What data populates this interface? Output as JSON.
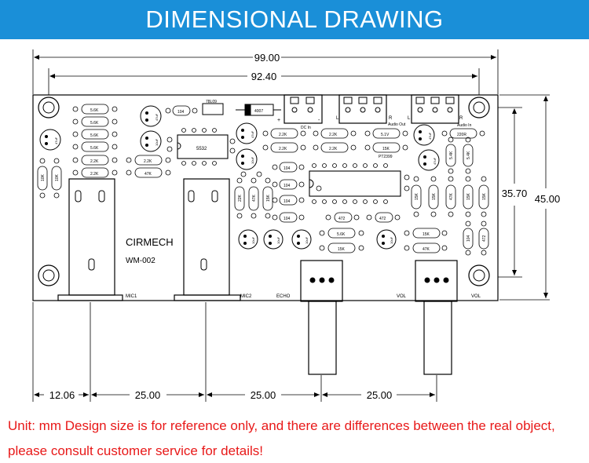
{
  "header": {
    "title": "DIMENSIONAL DRAWING",
    "background_color": "#1a8fd8"
  },
  "dimensions": {
    "overall_width": "99.00",
    "hole_spacing_width": "92.40",
    "hole_spacing_height": "35.70",
    "overall_height": "45.00",
    "offset_first": "12.06",
    "pitch_1": "25.00",
    "pitch_2": "25.00",
    "pitch_3": "25.00"
  },
  "board": {
    "brand": "CIRMECH",
    "model": "WM-002",
    "ic_main": "PT2399",
    "ic_small": "5532",
    "regulator": "78L09",
    "diode": "4007",
    "connectors": {
      "dc_in": "DC In",
      "audio_out": "Audio Out",
      "audio_in": "Audio In",
      "plus": "+",
      "minus": "-",
      "l1": "L",
      "r1": "R",
      "l2": "L",
      "r2": "R",
      "l3": "L",
      "r3": "R",
      "label_51v": "5.1V"
    },
    "jacks": {
      "mic1": "MIC1",
      "mic2": "MIC2",
      "echo": "ECHO",
      "vol": "VOL",
      "vol_right": "VOL"
    },
    "resistors": {
      "r56k_1": "5.6K",
      "r56k_2": "5.6K",
      "r56k_3": "5.6K",
      "r56k_4": "5.6K",
      "r22k_a": "2.2K",
      "r22k_b": "2.2K",
      "r22k_c": "2.2K",
      "r47k_a": "47K",
      "r22k_d": "2.2K",
      "r22k_e": "2.2K",
      "r22k_f": "2.2K",
      "r22k_g": "2.2K",
      "r15k_a": "15K",
      "r220r": "220R",
      "r56k_m": "5.6K",
      "r15k_m": "15K",
      "r15k_b": "15K",
      "r47k_b": "47K",
      "r10k_a": "10K",
      "r10k_b": "10K",
      "r22k_v1": "22K",
      "r47k_v1": "47K",
      "r15k_v1": "15K",
      "r15k_v2": "15K",
      "r15k_v3": "15K",
      "r47k_v2": "47K",
      "r15k_v4": "15K",
      "r10k_v5": "10K",
      "r15k_v6": "15K",
      "r472_1": "472",
      "r472_2": "472",
      "r472_3": "472",
      "r104_1": "104",
      "r104_2": "104",
      "r104_3": "104",
      "r104_4": "104",
      "r104_5": "104",
      "r104_6": "104",
      "r54_1": "5.4K",
      "r54_2": "5.4K"
    },
    "caps": {
      "c47uf": "47uF",
      "c10uf": "10uF"
    }
  },
  "note": {
    "line1": "Unit: mm Design size is for reference only, and there are differences between the real object,",
    "line2": "please consult customer service for details!"
  }
}
